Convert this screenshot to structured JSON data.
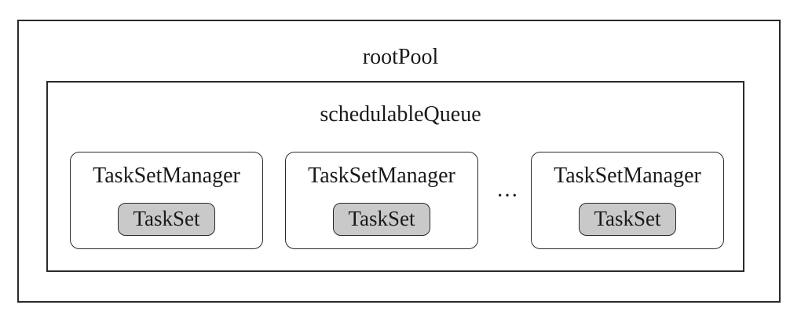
{
  "root_pool": {
    "label": "rootPool"
  },
  "schedulable_queue": {
    "label": "schedulableQueue",
    "managers": [
      {
        "label": "TaskSetManager",
        "task_set": "TaskSet"
      },
      {
        "label": "TaskSetManager",
        "task_set": "TaskSet"
      },
      {
        "label": "TaskSetManager",
        "task_set": "TaskSet"
      }
    ],
    "ellipsis": "···"
  },
  "colors": {
    "border": "#2a2a2a",
    "task_set_fill": "#c9c9c9",
    "background": "#ffffff"
  }
}
